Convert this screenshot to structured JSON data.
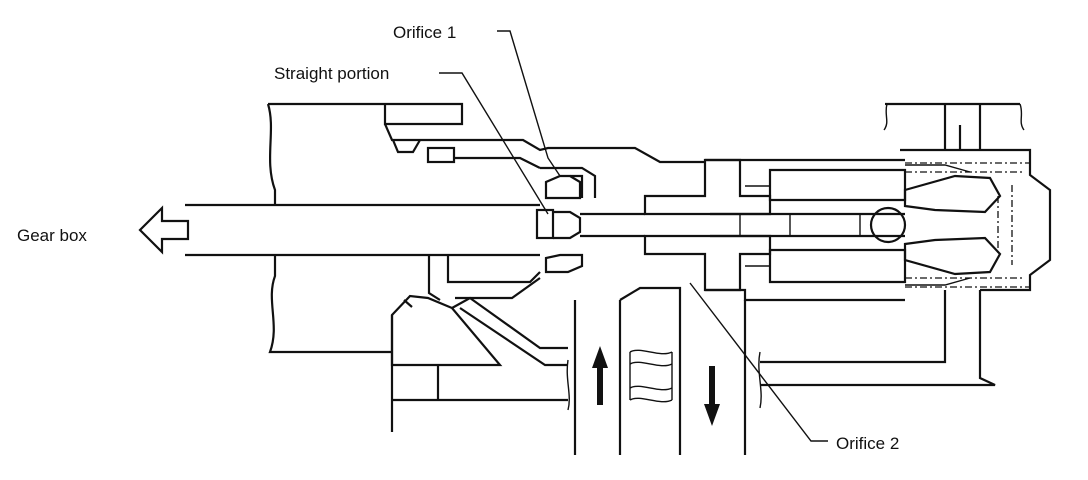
{
  "labels": {
    "orifice_1": "Orifice 1",
    "straight_portion": "Straight portion",
    "gear_box": "Gear box",
    "orifice_2": "Orifice 2"
  },
  "colors": {
    "ink": "#111111",
    "paper": "#ffffff"
  },
  "icons": {
    "direction_arrow": "arrow-left-icon",
    "flow_up": "arrow-up-icon",
    "flow_down": "arrow-down-icon"
  }
}
